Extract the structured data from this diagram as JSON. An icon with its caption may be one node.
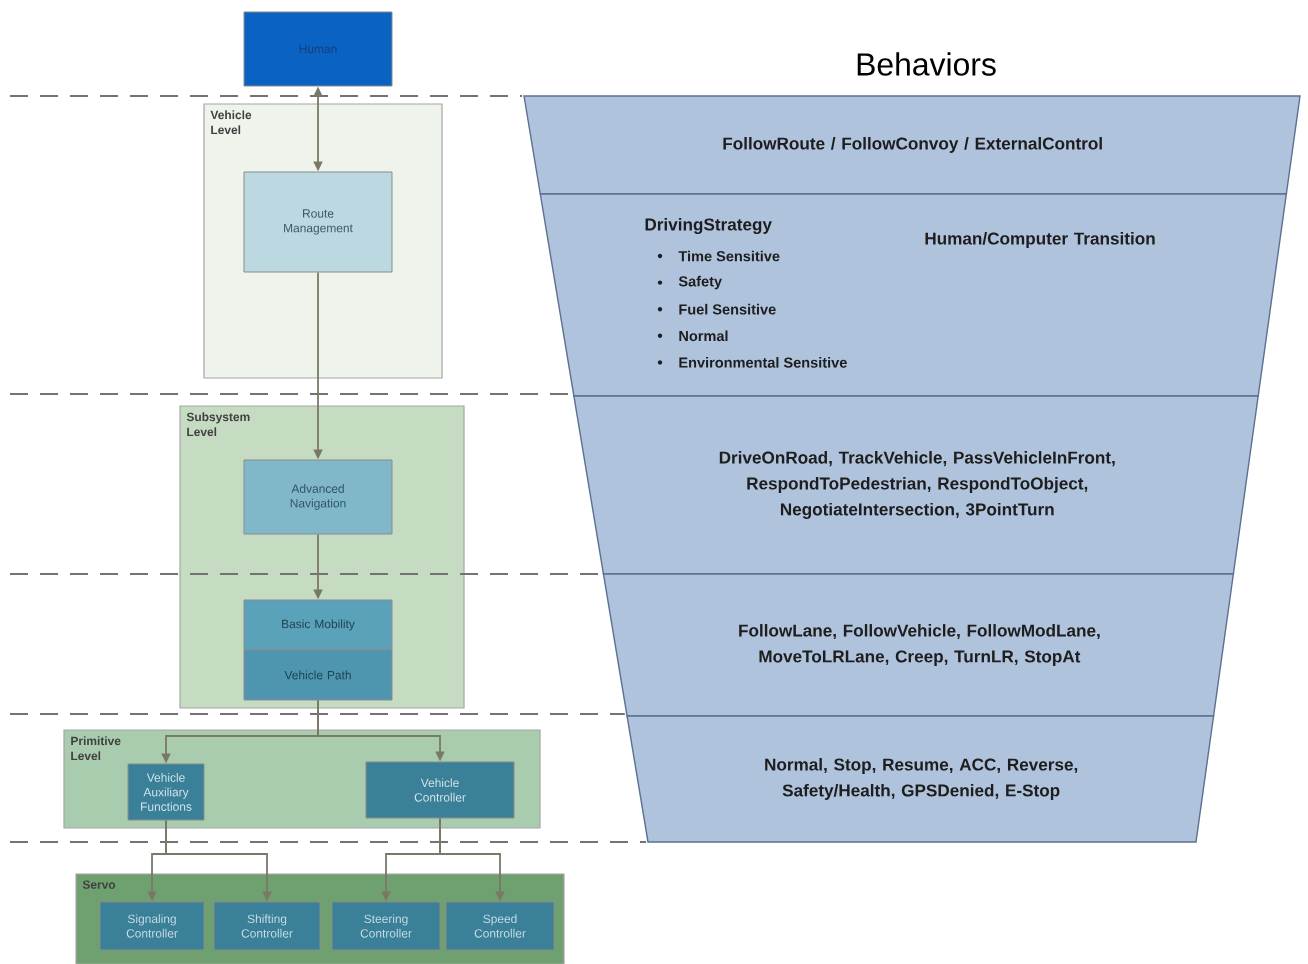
{
  "diagram": {
    "title": "Behaviors",
    "nodes": [
      {
        "text": [
          "Human"
        ]
      },
      {
        "text": [
          "Vehicle Level"
        ]
      },
      {
        "text": [
          "Route Management"
        ],
        "in": 1
      },
      {
        "text": [
          "Subsystem Level"
        ]
      },
      {
        "text": [
          "Advanced Navigation"
        ],
        "in": 3
      },
      {
        "text": [
          "Basic Mobility"
        ],
        "in": 3
      },
      {
        "text": [
          "Vehicle Path"
        ],
        "in": 3
      },
      {
        "text": [
          "Primitive Level"
        ]
      },
      {
        "text": [
          "Vehicle Auxiliary Functions"
        ],
        "in": 7
      },
      {
        "text": [
          "Vehicle Controller"
        ],
        "in": 7
      },
      {
        "text": [
          "Servo"
        ]
      },
      {
        "text": [
          "Signaling Controller"
        ],
        "in": 10
      },
      {
        "text": [
          "Shifting Controller"
        ],
        "in": 10
      },
      {
        "text": [
          "Steering Controller"
        ],
        "in": 10
      },
      {
        "text": [
          "Speed Controller"
        ],
        "in": 10
      },
      {
        "text": [
          "FollowRoute / FollowConvoy / ExternalControl"
        ]
      },
      {
        "text": [
          "DrivingStrategy",
          "Time Sensitive",
          "Safety",
          "Fuel Sensitive",
          "Normal",
          "Environmental Sensitive",
          "Human/Computer Transition"
        ]
      },
      {
        "text": [
          "DriveOnRoad, TrackVehicle, PassVehicleInFront, RespondToPedestrian, RespondToObject, NegotiateIntersection, 3PointTurn"
        ]
      },
      {
        "text": [
          "FollowLane, FollowVehicle, FollowModLane, MoveToLRLane, Creep, TurnLR, StopAt"
        ]
      },
      {
        "text": [
          "Normal, Stop, Resume, ACC, Reverse, Safety/Health, GPSDenied, E-Stop"
        ]
      }
    ],
    "edges": [
      {
        "from": 0,
        "to": 2,
        "arrow": "both"
      },
      {
        "from": 2,
        "to": 4,
        "arrow": "to"
      },
      {
        "from": 4,
        "to": 5,
        "arrow": "to"
      },
      {
        "from": 6,
        "to": 8,
        "arrow": "to"
      },
      {
        "from": 6,
        "to": 9,
        "arrow": "to"
      },
      {
        "from": 8,
        "to": 11,
        "arrow": "to"
      },
      {
        "from": 8,
        "to": 12,
        "arrow": "to"
      },
      {
        "from": 9,
        "to": 13,
        "arrow": "to"
      },
      {
        "from": 9,
        "to": 14,
        "arrow": "to"
      }
    ]
  }
}
